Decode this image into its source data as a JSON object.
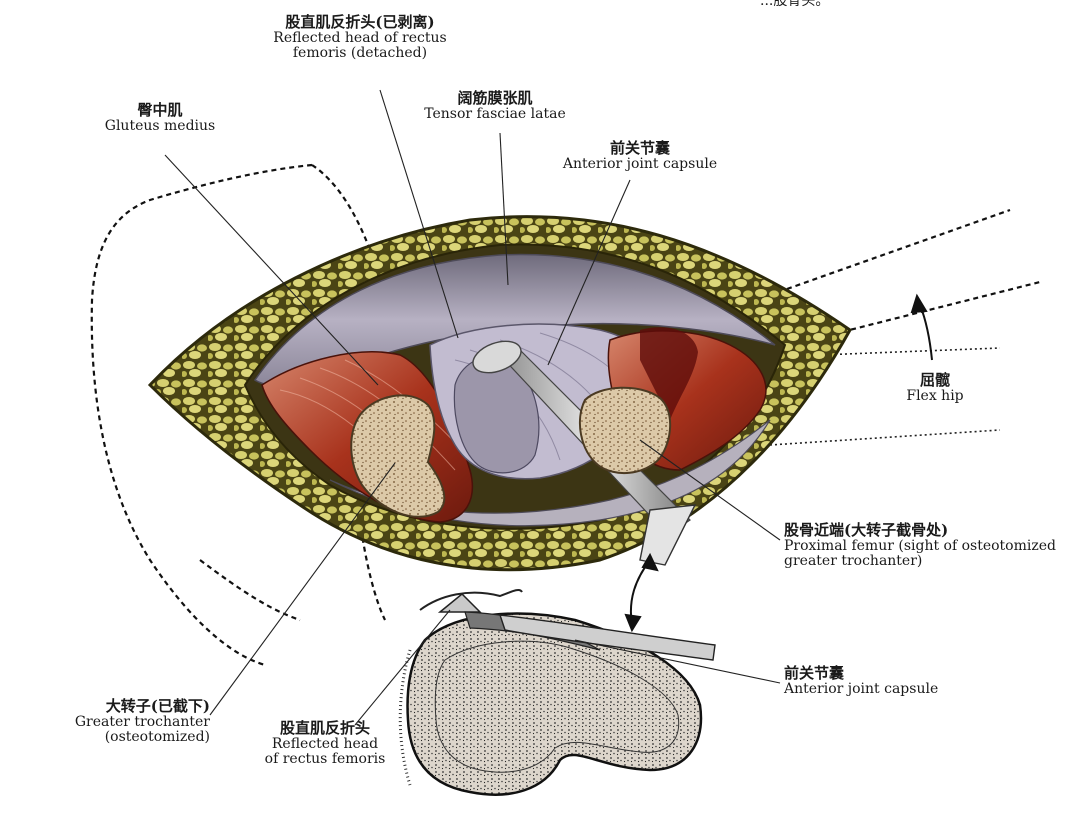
{
  "top_fragment": "...股骨头。",
  "labels": {
    "rectus_reflected_top": {
      "zh": "股直肌反折头(已剥离)",
      "en1": "Reflected head of rectus",
      "en2": "femoris (detached)"
    },
    "tensor_fasciae": {
      "zh": "阔筋膜张肌",
      "en1": "Tensor fasciae latae"
    },
    "gluteus_medius": {
      "zh": "臀中肌",
      "en1": "Gluteus medius"
    },
    "anterior_capsule_top": {
      "zh": "前关节囊",
      "en1": "Anterior joint capsule"
    },
    "flex_hip": {
      "zh": "屈髋",
      "en1": "Flex hip"
    },
    "proximal_femur": {
      "zh": "股骨近端(大转子截骨处)",
      "en1": "Proximal femur (sight of osteotomized",
      "en2": "greater trochanter)"
    },
    "anterior_capsule_bottom": {
      "zh": "前关节囊",
      "en1": "Anterior joint capsule"
    },
    "greater_trochanter": {
      "zh": "大转子(已截下)",
      "en1": "Greater trochanter",
      "en2": "(osteotomized)"
    },
    "rectus_reflected_bottom": {
      "zh": "股直肌反折头",
      "en1": "Reflected head",
      "en2": "of rectus femoris"
    }
  },
  "colors": {
    "fat": "#c9c45a",
    "fat_dark": "#3f3a12",
    "muscle": "#b23a22",
    "capsule": "#b9b3c4",
    "bone": "#d9c4a4",
    "leader": "#222222"
  }
}
